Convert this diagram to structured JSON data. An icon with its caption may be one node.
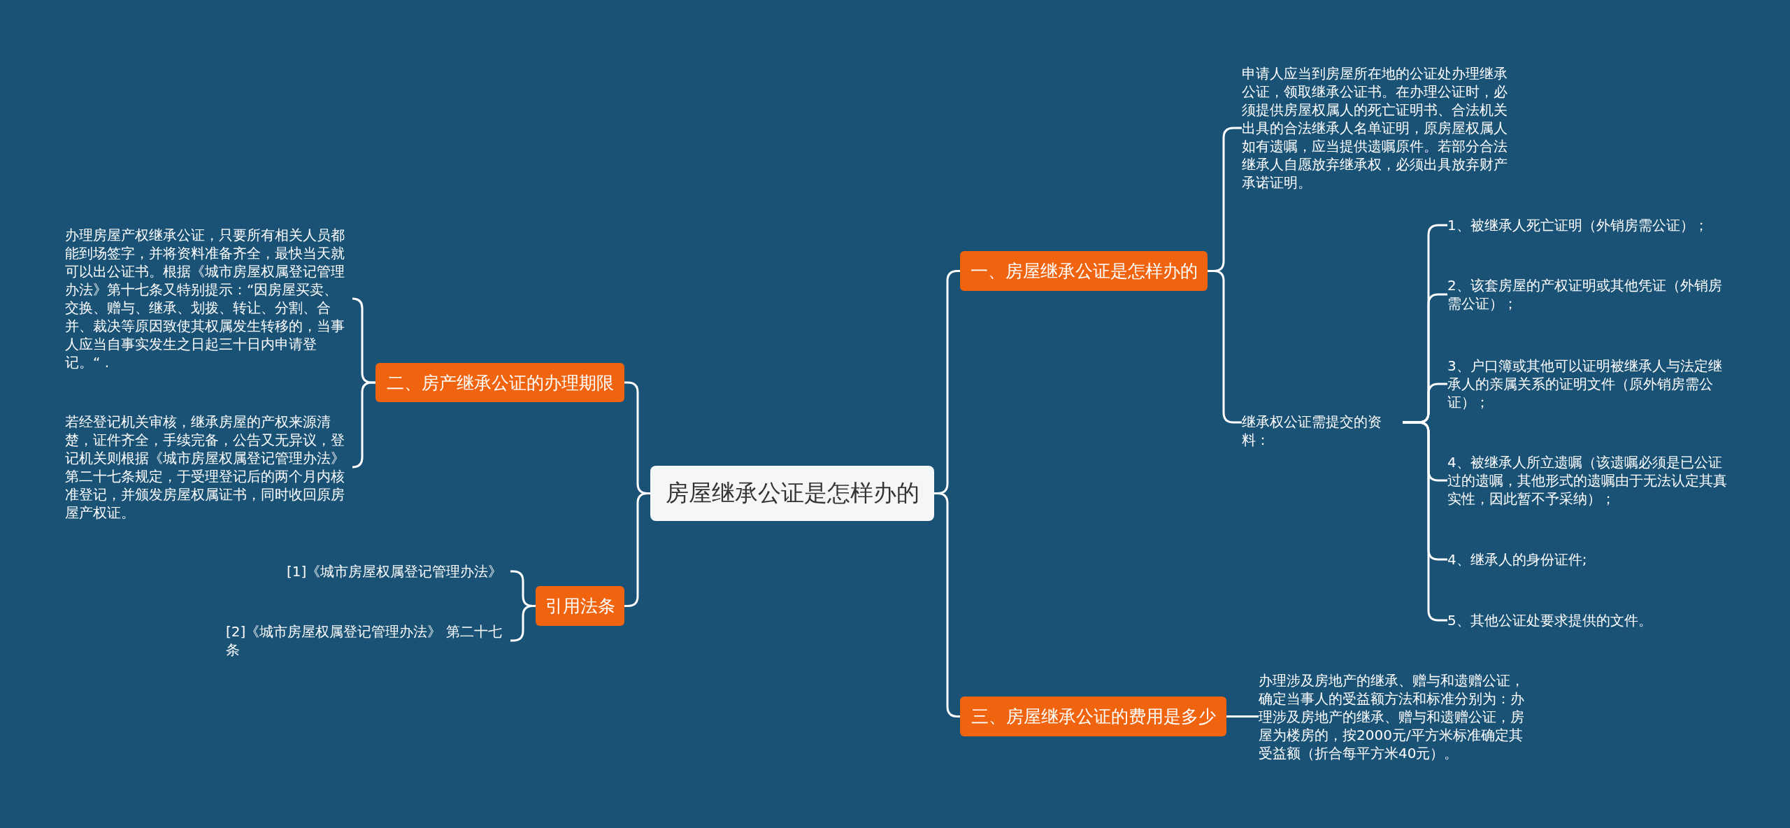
{
  "diagram": {
    "nodes": [
      {
        "text": [
          "房屋继承公证是怎样办的"
        ]
      },
      {
        "text": [
          "一、房屋继承公证是怎样办的"
        ]
      },
      {
        "text": [
          "申请人应当到房屋所在地的公证处办理继承公证，领取继承公证书。在办理公证时，必须提供房屋权属人的死亡证明书、合法机关出具的合法继承人名单证明，原房屋权属人如有遗嘱，应当提供遗嘱原件。若部分合法继承人自愿放弃继承权，必须出具放弃财产承诺证明。"
        ]
      },
      {
        "text": [
          "继承权公证需提交的资料："
        ]
      },
      {
        "text": [
          "1、被继承人死亡证明（外销房需公证）；"
        ]
      },
      {
        "text": [
          "2、该套房屋的产权证明或其他凭证（外销房需公证）；"
        ]
      },
      {
        "text": [
          "3、户口簿或其他可以证明被继承人与法定继承人的亲属关系的证明文件（原外销房需公证）；"
        ]
      },
      {
        "text": [
          "4、被继承人所立遗嘱（该遗嘱必须是已公证过的遗嘱，其他形式的遗嘱由于无法认定其真实性，因此暂不予采纳）；"
        ]
      },
      {
        "text": [
          "4、继承人的身份证件;"
        ]
      },
      {
        "text": [
          "5、其他公证处要求提供的文件。"
        ]
      },
      {
        "text": [
          "三、房屋继承公证的费用是多少"
        ]
      },
      {
        "text": [
          "办理涉及房地产的继承、赠与和遗赠公证，确定当事人的受益额方法和标准分别为：办理涉及房地产的继承、赠与和遗赠公证，房屋为楼房的，按2000元/平方米标准确定其受益额（折合每平方米40元）。"
        ]
      },
      {
        "text": [
          "二、房产继承公证的办理期限"
        ]
      },
      {
        "text": [
          "办理房屋产权继承公证，只要所有相关人员都能到场签字，并将资料准备齐全，最快当天就可以出公证书。根据《城市房屋权属登记管理办法》第十七条又特别提示：“因房屋买卖、交换、赠与、继承、划拨、转让、分割、合并、裁决等原因致使其权属发生转移的，当事人应当自事实发生之日起三十日内申请登记。“ ."
        ]
      },
      {
        "text": [
          "若经登记机关审核，继承房屋的产权来源清楚，证件齐全，手续完备，公告又无异议，登记机关则根据《城市房屋权属登记管理办法》第二十七条规定，于受理登记后的两个月内核准登记，并颁发房屋权属证书，同时收回原房屋产权证。"
        ]
      },
      {
        "text": [
          "引用法条"
        ]
      },
      {
        "text": [
          "[1]《城市房屋权属登记管理办法》"
        ]
      },
      {
        "text": [
          "[2]《城市房屋权属登记管理办法》 第二十七条"
        ]
      }
    ],
    "edges": [
      {
        "from": 0,
        "to": 1,
        "arrow": "none"
      },
      {
        "from": 0,
        "to": 10,
        "arrow": "none"
      },
      {
        "from": 0,
        "to": 12,
        "arrow": "none"
      },
      {
        "from": 0,
        "to": 15,
        "arrow": "none"
      },
      {
        "from": 1,
        "to": 2,
        "arrow": "none"
      },
      {
        "from": 1,
        "to": 3,
        "arrow": "none"
      },
      {
        "from": 3,
        "to": 4,
        "arrow": "none"
      },
      {
        "from": 3,
        "to": 5,
        "arrow": "none"
      },
      {
        "from": 3,
        "to": 6,
        "arrow": "none"
      },
      {
        "from": 3,
        "to": 7,
        "arrow": "none"
      },
      {
        "from": 3,
        "to": 8,
        "arrow": "none"
      },
      {
        "from": 3,
        "to": 9,
        "arrow": "none"
      },
      {
        "from": 10,
        "to": 11,
        "arrow": "none"
      },
      {
        "from": 12,
        "to": 13,
        "arrow": "none"
      },
      {
        "from": 12,
        "to": 14,
        "arrow": "none"
      },
      {
        "from": 15,
        "to": 16,
        "arrow": "none"
      },
      {
        "from": 15,
        "to": 17,
        "arrow": "none"
      }
    ]
  }
}
